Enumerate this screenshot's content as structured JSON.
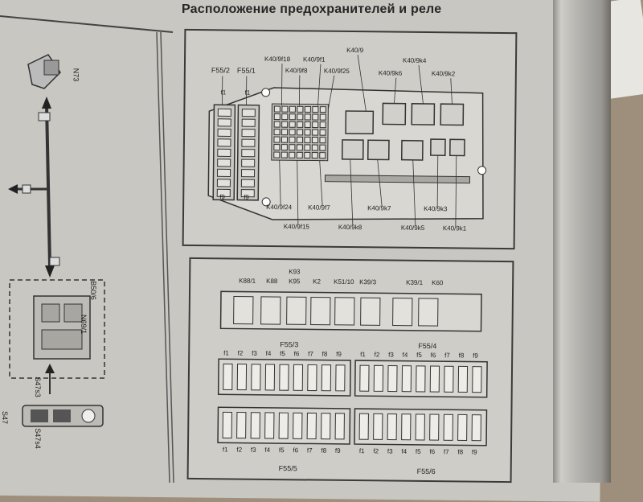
{
  "title": "Расположение предохранителей и реле",
  "left_schematic": {
    "connector_label": "N73",
    "switch_labels": [
      "S47",
      "S47s3",
      "S47s4"
    ],
    "module_label": "N69/1",
    "module_label_2": "B50/6"
  },
  "upper_box": {
    "fuse_blocks": [
      "F55/2",
      "F55/1"
    ],
    "fuse_top_labels": [
      "f1",
      "f1"
    ],
    "fuse_bottom_labels": [
      "f9",
      "f9"
    ],
    "top_labels": [
      "K40/9f18",
      "K40/9f8",
      "K40/9f1",
      "K40/9f25",
      "K40/9",
      "K40/9k6",
      "K40/9k4",
      "K40/9k2"
    ],
    "bottom_labels": [
      "K40/9f24",
      "K40/9f15",
      "K40/9f7",
      "K40/9k8",
      "K40/9k7",
      "K40/9k5",
      "K40/9k3",
      "K40/9k1"
    ]
  },
  "lower_box": {
    "relay_labels": [
      "K88/1",
      "K88",
      "K93",
      "K95",
      "K2",
      "K51/10",
      "K39/3",
      "K39/1",
      "K60"
    ],
    "fuse_groups": [
      "F55/3",
      "F55/4",
      "F55/5",
      "F55/6"
    ],
    "fuse_numbers": [
      "f1",
      "f2",
      "f3",
      "f4",
      "f5",
      "f6",
      "f7",
      "f8",
      "f9"
    ]
  }
}
